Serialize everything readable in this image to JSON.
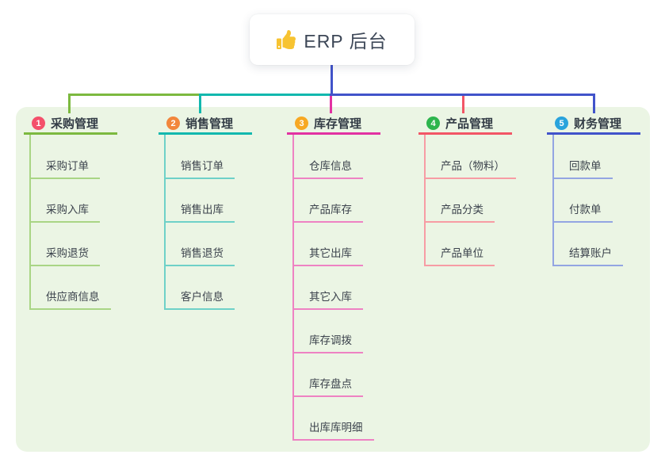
{
  "root": {
    "label": "ERP 后台",
    "icon": "thumbs-up"
  },
  "connector": {
    "stem_color": "#4153ca"
  },
  "branches": [
    {
      "index": "1",
      "label": "采购管理",
      "badge_color": "#f4506b",
      "line_color": "#7cb93f",
      "light_color": "#a9d585",
      "children": [
        "采购订单",
        "采购入库",
        "采购退货",
        "供应商信息"
      ]
    },
    {
      "index": "2",
      "label": "销售管理",
      "badge_color": "#f2863c",
      "line_color": "#12b8ae",
      "light_color": "#6ed1c8",
      "children": [
        "销售订单",
        "销售出库",
        "销售退货",
        "客户信息"
      ]
    },
    {
      "index": "3",
      "label": "库存管理",
      "badge_color": "#f7a823",
      "line_color": "#e232a2",
      "light_color": "#ee82c3",
      "children": [
        "仓库信息",
        "产品库存",
        "其它出库",
        "其它入库",
        "库存调拨",
        "库存盘点",
        "出库库明细"
      ]
    },
    {
      "index": "4",
      "label": "产品管理",
      "badge_color": "#2db54d",
      "line_color": "#f25666",
      "light_color": "#f79ca4",
      "children": [
        "产品（物料）",
        "产品分类",
        "产品单位"
      ]
    },
    {
      "index": "5",
      "label": "财务管理",
      "badge_color": "#29a3dc",
      "line_color": "#4153ca",
      "light_color": "#93a5e2",
      "children": [
        "回款单",
        "付款单",
        "结算账户"
      ]
    }
  ]
}
